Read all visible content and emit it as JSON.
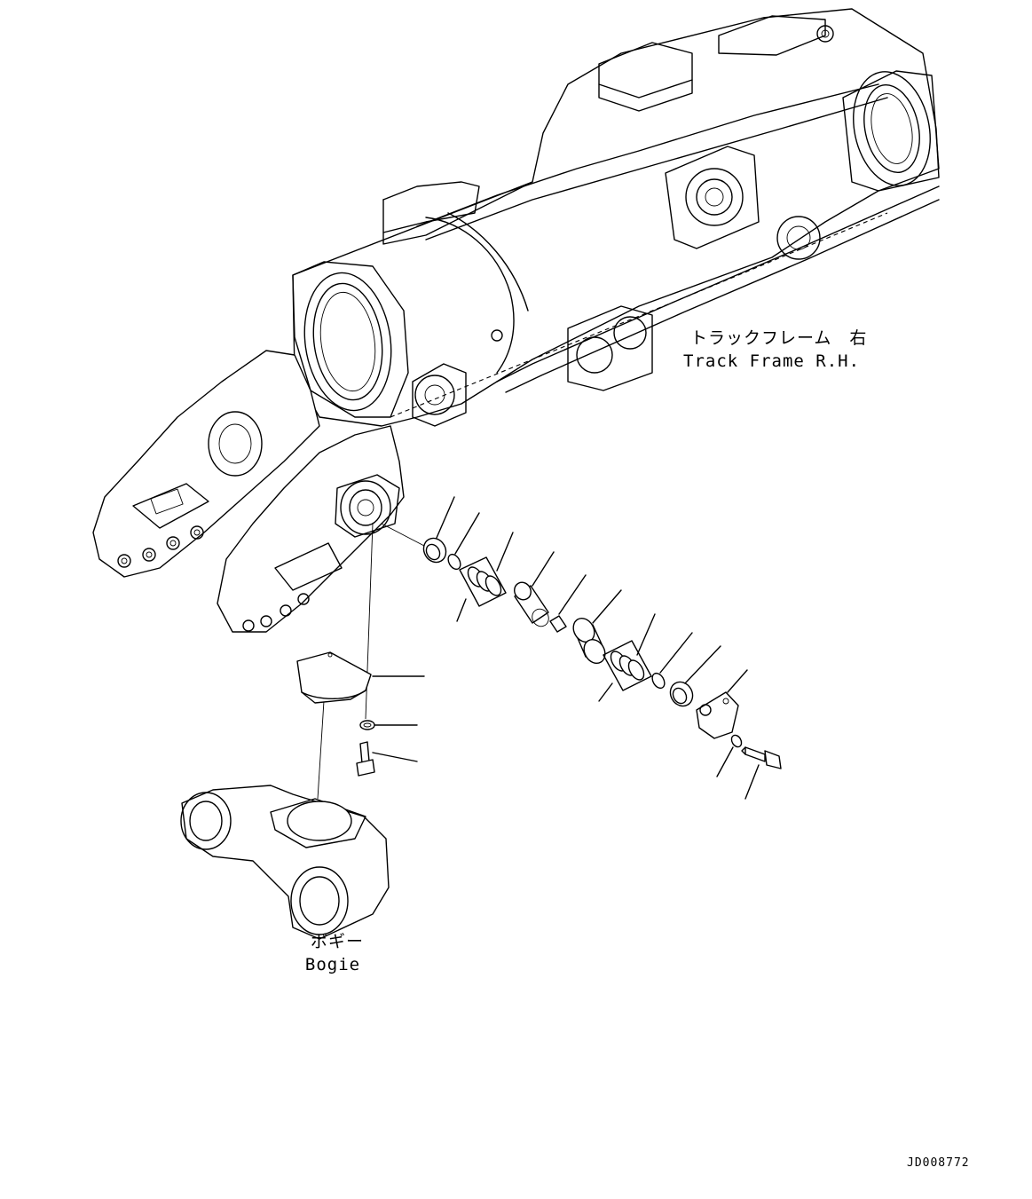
{
  "labels": {
    "track_frame_jp": "トラックフレーム　右",
    "track_frame_en": "Track Frame R.H.",
    "bogie_jp": "ボギー",
    "bogie_en": "Bogie"
  },
  "drawing_code": "JD008772"
}
